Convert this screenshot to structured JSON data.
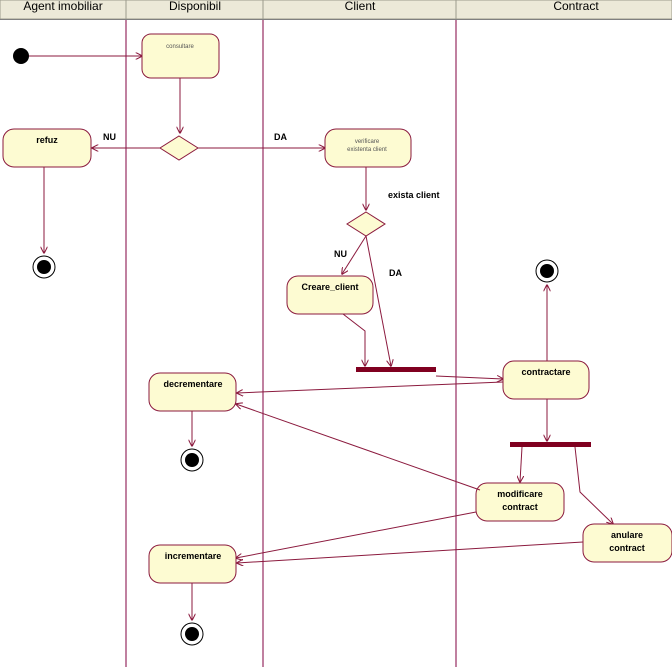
{
  "lanes": [
    "Agent imobiliar",
    "Disponibil",
    "Client",
    "Contract"
  ],
  "activities": {
    "consultare": "consultare",
    "refuz": "refuz",
    "verificare_l1": "verificare",
    "verificare_l2": "existenta client",
    "creare_client": "Creare_client",
    "decrementare": "decrementare",
    "contractare": "contractare",
    "modificare_l1": "modificare",
    "modificare_l2": "contract",
    "anulare_l1": "anulare",
    "anulare_l2": "contract",
    "incrementare": "incrementare"
  },
  "guards": {
    "nu_1": "NU",
    "da_1": "DA",
    "exista_client": "exista client",
    "nu_2": "NU",
    "da_2": "DA"
  },
  "colors": {
    "line": "#8b1a3e",
    "activity_fill": "#fdfbd2",
    "activity_stroke": "#8b1a3e",
    "header_bg": "#ece9d8",
    "lane_line": "#800040",
    "bar": "#800020"
  }
}
